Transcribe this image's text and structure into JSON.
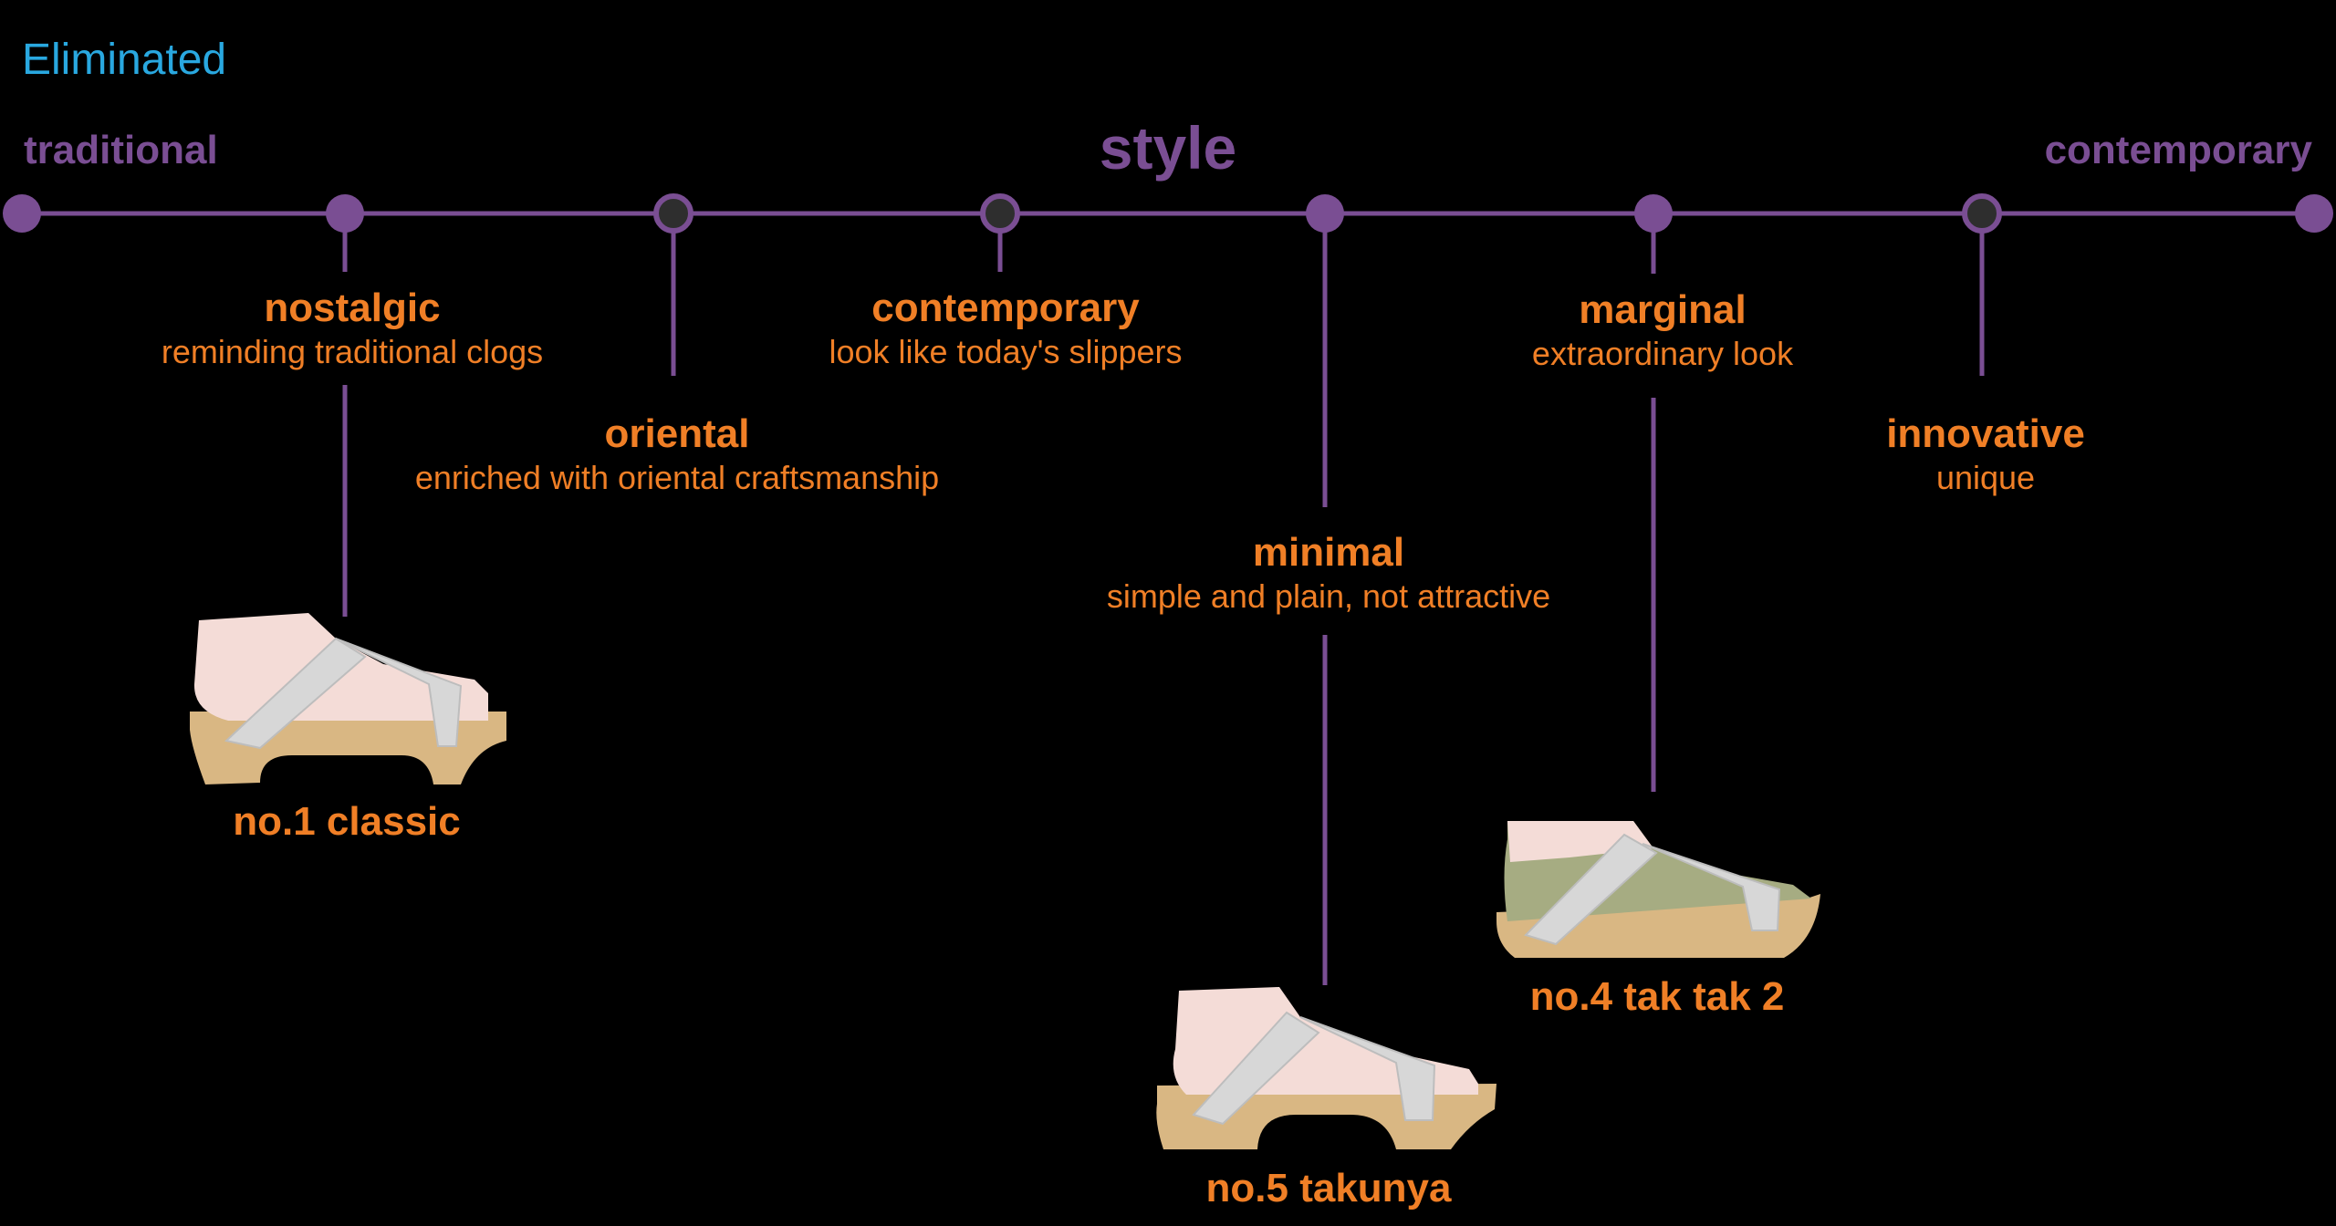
{
  "header": {
    "corner_label": "Eliminated",
    "title": "style"
  },
  "scale": {
    "left_label": "traditional",
    "right_label": "contemporary"
  },
  "categories": [
    {
      "title": "nostalgic",
      "subtitle": "reminding traditional clogs"
    },
    {
      "title": "oriental",
      "subtitle": "enriched with oriental craftsmanship"
    },
    {
      "title": "contemporary",
      "subtitle": "look like today's slippers"
    },
    {
      "title": "minimal",
      "subtitle": "simple and plain, not attractive"
    },
    {
      "title": "marginal",
      "subtitle": "extraordinary look"
    },
    {
      "title": "innovative",
      "subtitle": "unique"
    }
  ],
  "products": [
    {
      "caption": "no.1 classic"
    },
    {
      "caption": "no.5 takunya"
    },
    {
      "caption": "no.4 tak tak 2"
    }
  ],
  "colors": {
    "line": "#7a4e93",
    "label": "#f07f26",
    "corner": "#29a8e0",
    "hollow_node": "#2e2e2e"
  }
}
